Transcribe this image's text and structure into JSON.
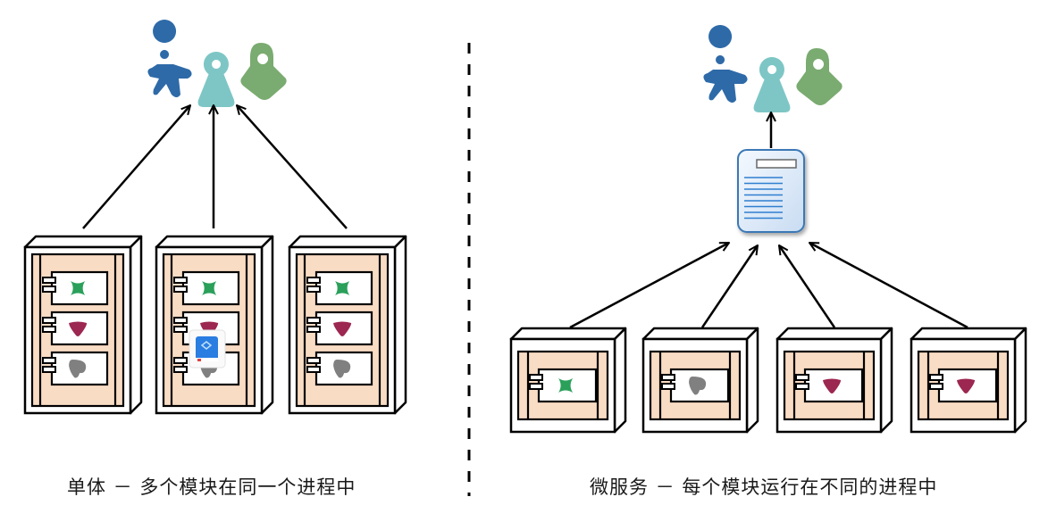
{
  "left_panel": {
    "caption": "单体 － 多个模块在同一个进程中",
    "users": [
      "blue-user-icon",
      "teal-user-icon",
      "green-user-icon"
    ],
    "processes": [
      {
        "modules": [
          "green-x-module",
          "red-triangle-module",
          "gray-blob-module"
        ]
      },
      {
        "modules": [
          "green-x-module",
          "red-triangle-module",
          "gray-blob-module"
        ],
        "overlay": "app-book-icon"
      },
      {
        "modules": [
          "green-x-module",
          "red-triangle-module",
          "gray-blob-module"
        ]
      }
    ]
  },
  "right_panel": {
    "caption": "微服务 － 每个模块运行在不同的进程中",
    "users": [
      "blue-user-icon",
      "teal-user-icon",
      "green-user-icon"
    ],
    "gateway": "document-server-icon",
    "processes": [
      {
        "modules": [
          "green-x-module"
        ]
      },
      {
        "modules": [
          "gray-blob-module"
        ]
      },
      {
        "modules": [
          "red-triangle-module"
        ]
      },
      {
        "modules": [
          "red-triangle-module"
        ]
      }
    ]
  },
  "colors": {
    "blue_user": "#2e6aa8",
    "teal_user": "#7ec6c6",
    "green_user": "#7aab70",
    "process_fill": "#f9dcc4",
    "module_green": "#2aa05a",
    "module_red": "#9c2750",
    "module_gray": "#808080",
    "doc_fill": "#dbe9f7",
    "doc_line": "#2f7fd0"
  }
}
